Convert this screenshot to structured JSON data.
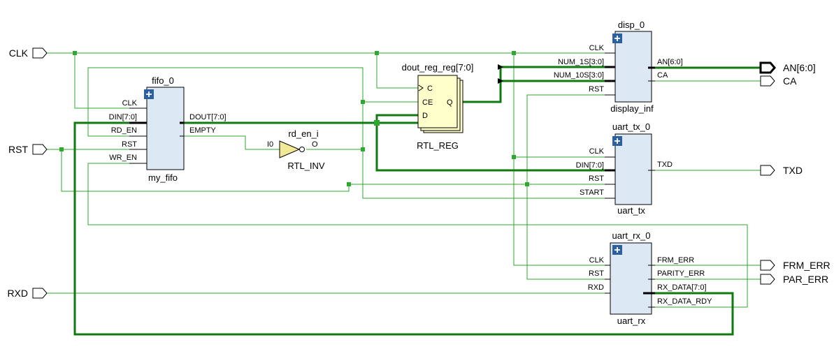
{
  "colors": {
    "wire": "#2ea82e",
    "bus": "#0f7a0f",
    "cell_fill": "#dde8f5",
    "reg_fill": "#ffffcc",
    "inv_fill": "#f2e898"
  },
  "ports": {
    "clk": "CLK",
    "rst": "RST",
    "rxd": "RXD",
    "an": "AN[6:0]",
    "ca": "CA",
    "txd": "TXD",
    "frm_err": "FRM_ERR",
    "par_err": "PAR_ERR"
  },
  "fifo": {
    "instance": "fifo_0",
    "module": "my_fifo",
    "inputs": [
      "CLK",
      "DIN[7:0]",
      "RD_EN",
      "RST",
      "WR_EN"
    ],
    "outputs": [
      "DOUT[7:0]",
      "EMPTY"
    ]
  },
  "inverter": {
    "instance": "rd_en_i",
    "type": "RTL_INV",
    "in_pin": "I0",
    "out_pin": "O"
  },
  "register": {
    "instance": "dout_reg_reg[7:0]",
    "type": "RTL_REG",
    "pins": [
      "C",
      "CE",
      "D",
      "Q"
    ]
  },
  "disp": {
    "instance": "disp_0",
    "module": "display_inf",
    "inputs": [
      "CLK",
      "NUM_1S[3:0]",
      "NUM_10S[3:0]",
      "RST"
    ],
    "outputs": [
      "AN[6:0]",
      "CA"
    ]
  },
  "uart_tx": {
    "instance": "uart_tx_0",
    "module": "uart_tx",
    "inputs": [
      "CLK",
      "DIN[7:0]",
      "RST",
      "START"
    ],
    "outputs": [
      "TXD"
    ]
  },
  "uart_rx": {
    "instance": "uart_rx_0",
    "module": "uart_rx",
    "inputs": [
      "CLK",
      "RST",
      "RXD"
    ],
    "outputs": [
      "FRM_ERR",
      "PARITY_ERR",
      "RX_DATA[7:0]",
      "RX_DATA_RDY"
    ]
  }
}
